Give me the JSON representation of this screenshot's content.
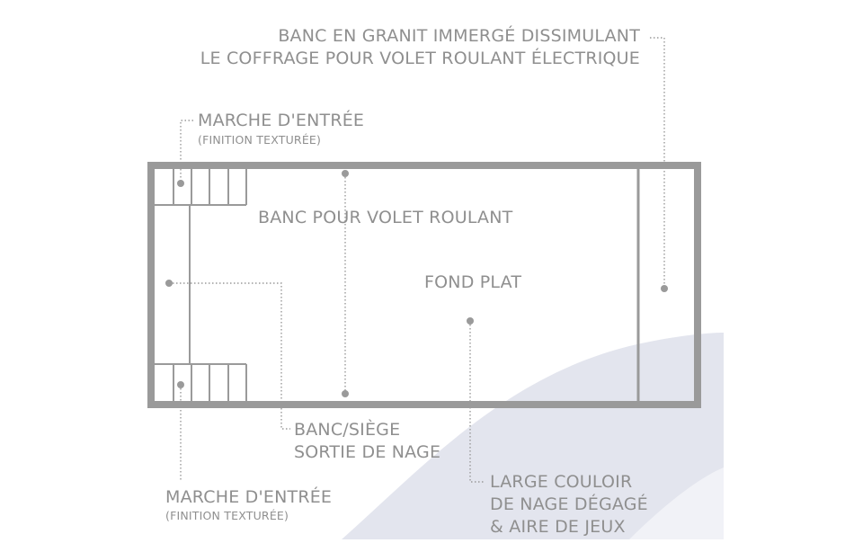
{
  "colors": {
    "stroke": "#9a9a9a",
    "text": "#8f8f8f",
    "wave": "#e3e5ee"
  },
  "labels": {
    "top_bench_line1": "BANC EN GRANIT IMMERGÉ DISSIMULANT",
    "top_bench_line2": "LE COFFRAGE POUR VOLET ROULANT ÉLECTRIQUE",
    "entry_step_top": "MARCHE D'ENTRÉE",
    "entry_step_top_note": "(FINITION TEXTURÉE)",
    "shutter_bench": "BANC POUR VOLET ROULANT",
    "flat_bottom": "FOND PLAT",
    "swim_exit_line1": "BANC/SIÈGE",
    "swim_exit_line2": "SORTIE DE NAGE",
    "lane_line1": "LARGE COULOIR",
    "lane_line2": "DE NAGE DÉGAGÉ",
    "lane_line3": "& AIRE DE JEUX",
    "entry_step_bottom": "MARCHE D'ENTRÉE",
    "entry_step_bottom_note": "(FINITION TEXTURÉE)"
  }
}
